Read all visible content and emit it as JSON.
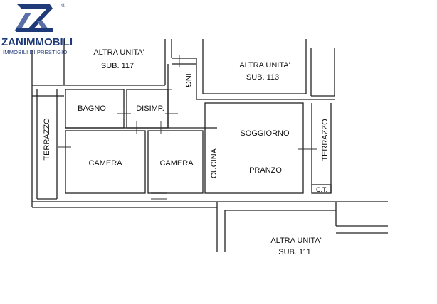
{
  "logo": {
    "name": "ZANIMMOBILI",
    "tagline": "IMMOBILI DI PRESTIGIO",
    "registered_mark": "®",
    "brand_color": "#1f3a78",
    "accent_color": "#5a6fa8"
  },
  "plan": {
    "neighbor_117": {
      "line1": "ALTRA UNITA'",
      "line2": "SUB. 117"
    },
    "neighbor_113": {
      "line1": "ALTRA UNITA'",
      "line2": "SUB. 113"
    },
    "neighbor_111": {
      "line1": "ALTRA UNITA'",
      "line2": "SUB. 111"
    },
    "rooms": {
      "bagno": "BAGNO",
      "disimp": "DISIMP.",
      "ingresso": "ING",
      "terrazzo_left": "TERRAZZO",
      "camera_left": "CAMERA",
      "camera_right": "CAMERA",
      "cucina": "CUCINA",
      "soggiorno": "SOGGIORNO",
      "pranzo": "PRANZO",
      "terrazzo_right": "TERRAZZO",
      "ct": "C.T."
    }
  }
}
